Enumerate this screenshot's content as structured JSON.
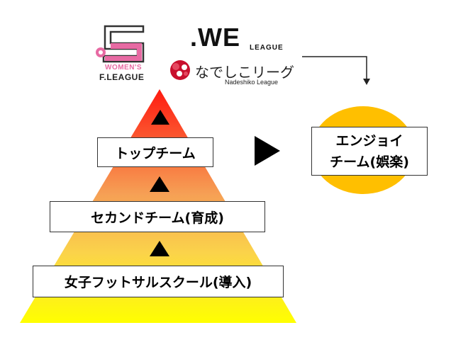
{
  "logos": {
    "womens_f_league": {
      "line1": "WOMEN'S",
      "line2": "F.LEAGUE"
    },
    "we_league": {
      "main": ".WE",
      "suffix": "LEAGUE"
    },
    "nadeshiko": {
      "jp": "なでしこリーグ",
      "en": "Nadeshiko League"
    }
  },
  "pyramid": {
    "top": "トップチーム",
    "middle": "セカンドチーム(育成)",
    "bottom": "女子フットサルスクール(導入)"
  },
  "enjoy": {
    "line1": "エンジョイ",
    "line2": "チーム(娯楽)"
  },
  "colors": {
    "pyramid_top": "#ff1a10",
    "pyramid_mid": "#f39a42",
    "pyramid_bottom": "#ffff00",
    "ellipse_fill": "#ffbf00",
    "womens_pink": "#e76aa3"
  }
}
